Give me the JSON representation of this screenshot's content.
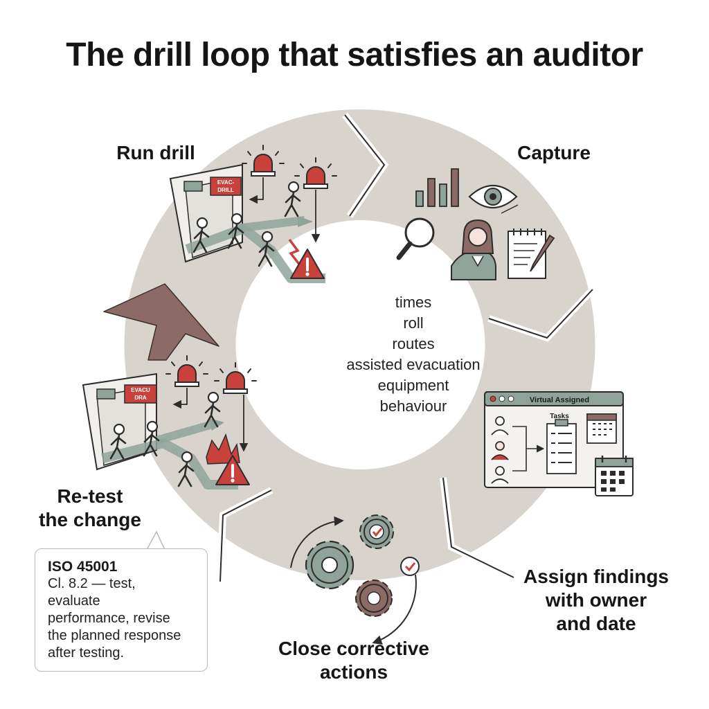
{
  "title": "The drill loop that satisfies an auditor",
  "stages": [
    {
      "id": "run",
      "label": "Run drill",
      "icon": "evacuation-scene-icon"
    },
    {
      "id": "capture",
      "label": "Capture",
      "icon": "observation-icons"
    },
    {
      "id": "assign",
      "label": "Assign findings\nwith owner\nand date",
      "icon": "task-assignment-window-icon"
    },
    {
      "id": "close",
      "label": "Close corrective\nactions",
      "icon": "gears-checkmark-icon"
    },
    {
      "id": "retest",
      "label": "Re-test\nthe change",
      "icon": "evacuation-scene-icon"
    }
  ],
  "capture_items": [
    "times",
    "roll",
    "routes",
    "assisted evacuation",
    "equipment",
    "behaviour"
  ],
  "signs": {
    "run_sign": "EVAC-\nDRILL",
    "retest_sign": "EVACU\nDRA"
  },
  "task_window": {
    "title": "Virtual Assigned",
    "tasks_label": "Tasks"
  },
  "callout": {
    "standard": "ISO 45001",
    "text": "Cl. 8.2 — test,\nevaluate\nperformance, revise\nthe planned response\nafter testing."
  },
  "colors": {
    "ring": "#d8d3cc",
    "accent_red": "#c8413b",
    "arrow_brown": "#8c6b67",
    "sage": "#8fa39b",
    "outline": "#2c2c2c"
  }
}
